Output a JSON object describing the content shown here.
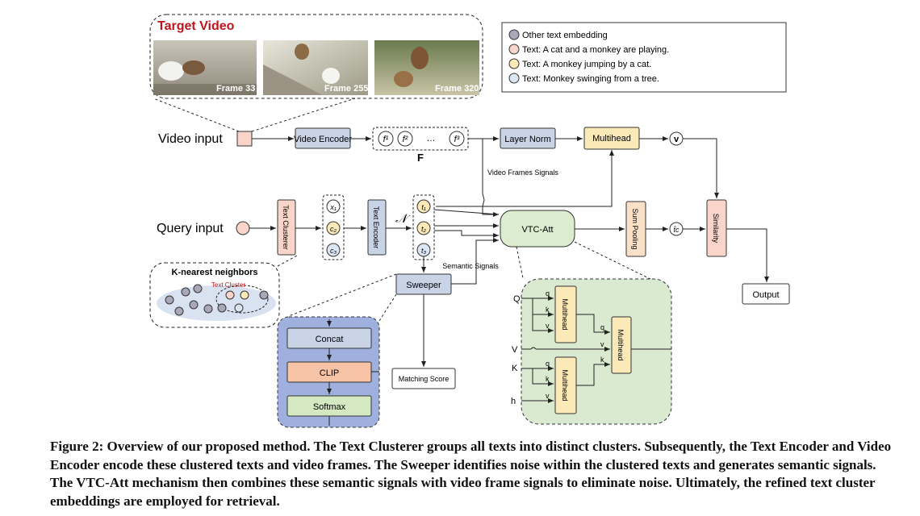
{
  "target_video": {
    "title": "Target Video",
    "frames": [
      {
        "label": "Frame 33"
      },
      {
        "label": "Frame 255"
      },
      {
        "label": "Frame 320"
      }
    ]
  },
  "legend": {
    "items": [
      {
        "text": "Other text embedding",
        "color": "#a8a8b8"
      },
      {
        "text": "Text: A cat and a monkey are playing.",
        "color": "#f9d4c8"
      },
      {
        "text": "Text: A monkey jumping by a cat.",
        "color": "#fbe9b8"
      },
      {
        "text": "Text: Monkey swinging from a tree.",
        "color": "#dce7f5"
      }
    ]
  },
  "inputs": {
    "video": "Video input",
    "query": "Query input"
  },
  "blocks": {
    "video_encoder": "Video Encoder",
    "layer_norm": "Layer Norm",
    "multihead_top": "Multihead",
    "text_clusterer": "Text Clusterer",
    "text_encoder": "Text Encoder",
    "vtc_att": "VTC-Att",
    "sum_pooling": "Sum Pooling",
    "similarity": "Similarity",
    "output": "Output",
    "sweeper": "Sweeper",
    "matching_score": "Matching Score",
    "concat": "Concat",
    "clip": "CLIP",
    "softmax": "Softmax",
    "multihead_a": "Multihead",
    "multihead_b": "Multihead",
    "multihead_c": "Multihead"
  },
  "symbols": {
    "F": "F",
    "frames": [
      "f¹",
      "f²",
      "…",
      "f³"
    ],
    "clusters": [
      "x₁",
      "c₂",
      "c₃"
    ],
    "tokens": [
      "t₁",
      "t₂",
      "t₃"
    ],
    "N": "𝒩",
    "v": "v",
    "tc": "t̂c"
  },
  "labels": {
    "video_frames_signals": "Video Frames Signals",
    "semantic_signals": "Semantic Signals",
    "knn_title": "K-nearest neighbors",
    "text_cluster": "Text Cluster",
    "Q": "Q",
    "V": "V",
    "K": "K",
    "h": "h",
    "q": "q",
    "k": "k",
    "v": "v"
  },
  "caption": "Figure 2: Overview of our proposed method. The Text Clusterer groups all texts into distinct clusters. Subsequently, the Text Encoder and Video Encoder encode these clustered texts and video frames. The Sweeper identifies noise within the clustered texts and generates semantic signals. The VTC-Att mechanism then combines these semantic signals with video frame signals to eliminate noise. Ultimately, the refined text cluster embeddings are employed for retrieval."
}
